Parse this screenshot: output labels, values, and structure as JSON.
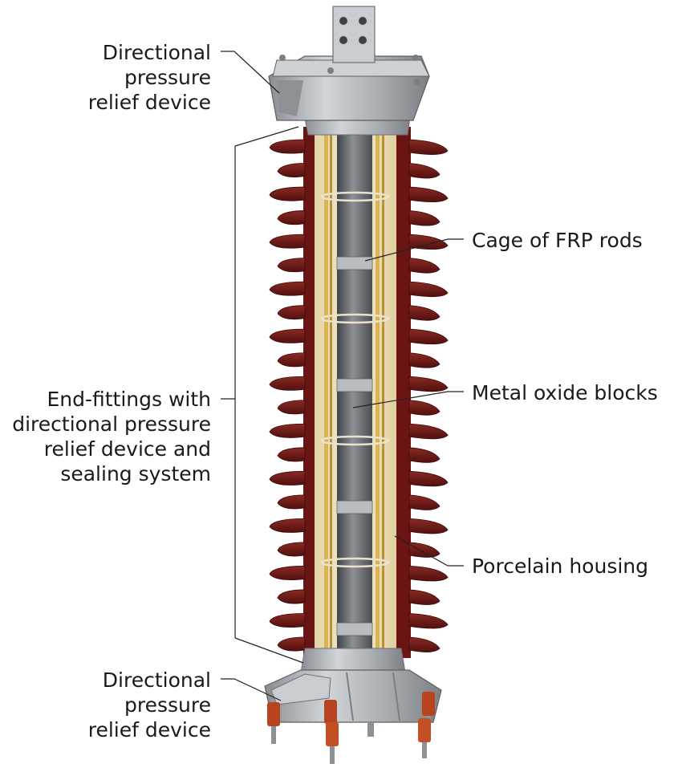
{
  "labels": {
    "top_relief": [
      "Directional",
      "pressure",
      "relief device"
    ],
    "end_fittings": [
      "End-fittings with",
      "directional pressure",
      "relief device and",
      "sealing system"
    ],
    "bottom_relief": [
      "Directional",
      "pressure",
      "relief device"
    ],
    "cage": "Cage of FRP rods",
    "metal_oxide": "Metal oxide blocks",
    "porcelain": "Porcelain housing"
  },
  "colors": {
    "porcelain": "#6b1414",
    "porcelain_light": "#8a2a22",
    "inner_bore": "#efe3bf",
    "rod": "#d9b450",
    "metal_block": "#6f7378",
    "flange": "#b9bcc0",
    "insulator_red": "#b8441f",
    "text": "#1a1a1a",
    "leader": "#222222"
  },
  "sheds": {
    "count_per_side": 22
  }
}
